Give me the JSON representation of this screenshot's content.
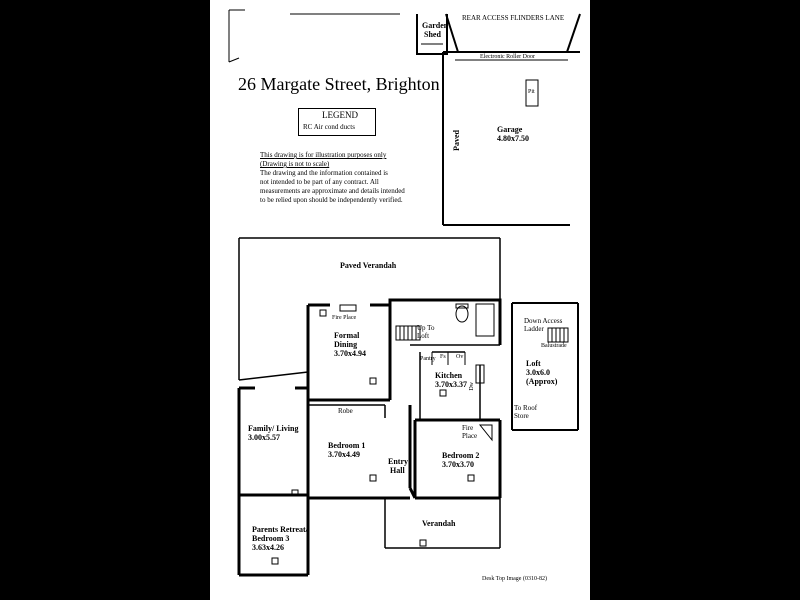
{
  "title": "26 Margate Street,  Brighton",
  "legend": {
    "heading": "LEGEND",
    "item": "RC Air cond ducts"
  },
  "disclaimer": {
    "line1": "This drawing is for illustration purposes only",
    "line2": "(Drawing is not to scale)",
    "body": [
      "The drawing and the information contained is",
      "not intended to be part of any contract.  All",
      "measurements are approximate and details intended",
      "to be relied upon should be independently verified."
    ]
  },
  "labels": {
    "garden_shed_1": "Garden",
    "garden_shed_2": "Shed",
    "rear_access": "REAR ACCESS FLINDERS LANE",
    "roller_door": "Electronic Roller Door",
    "pit": "Pit",
    "garage_name": "Garage",
    "garage_size": "4.80x7.50",
    "paved": "Paved",
    "paved_verandah": "Paved Verandah",
    "fire_place": "Fire Place",
    "formal_dining_1": "Formal",
    "formal_dining_2": "Dining",
    "formal_dining_size": "3.70x4.94",
    "up_to_loft_1": "Up To",
    "up_to_loft_2": "Loft",
    "pantry": "Pantry",
    "fs": "Fs",
    "ov": "Ov",
    "kitchen_name": "Kitchen",
    "kitchen_size": "3.70x3.37",
    "dw": "Dw",
    "robe": "Robe",
    "family_living_name": "Family/ Living",
    "family_living_size": "3.00x5.57",
    "bedroom1_name": "Bedroom 1",
    "bedroom1_size": "3.70x4.49",
    "entry_1": "Entry",
    "entry_2": "Hall",
    "fire_place2_1": "Fire",
    "fire_place2_2": "Place",
    "bedroom2_name": "Bedroom 2",
    "bedroom2_size": "3.70x3.70",
    "verandah": "Verandah",
    "parents_1": "Parents Retreat/",
    "parents_2": "Bedroom 3",
    "parents_size": "3.63x4.26",
    "down_access_1": "Down Access",
    "down_access_2": "Ladder",
    "balustrade": "Balustrade",
    "loft_name": "Loft",
    "loft_size": "3.0x6.0",
    "loft_approx": "(Approx)",
    "to_roof_1": "To Roof",
    "to_roof_2": "Store",
    "footer": "Desk Top Image     (0310-82)"
  }
}
